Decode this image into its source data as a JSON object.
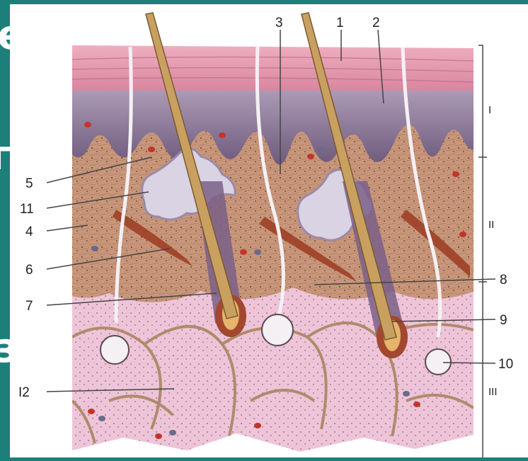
{
  "background": {
    "color": "#1d7f7a",
    "card_color": "#ffffff"
  },
  "slide_text": {
    "line1": "e",
    "line2": "г",
    "line3": "з"
  },
  "diagram": {
    "colors": {
      "epidermis": "#e49ab0",
      "stratum_basale": "#8f7a98",
      "dermis": "#c8967a",
      "hypodermis": "#eec4d8",
      "hair": "#c9a060",
      "gland": "#d9d3e3",
      "vessel": "#c3352b",
      "muscle": "#a2482f",
      "line": "#444444"
    },
    "left_labels": [
      {
        "id": "5",
        "text": "5"
      },
      {
        "id": "11",
        "text": "11"
      },
      {
        "id": "4",
        "text": "4"
      },
      {
        "id": "6",
        "text": "6"
      },
      {
        "id": "7",
        "text": "7"
      },
      {
        "id": "12",
        "text": "I2"
      }
    ],
    "right_labels": [
      {
        "id": "8",
        "text": "8"
      },
      {
        "id": "9",
        "text": "9"
      },
      {
        "id": "10",
        "text": "10"
      }
    ],
    "top_labels": [
      {
        "id": "3",
        "text": "3"
      },
      {
        "id": "1",
        "text": "1"
      },
      {
        "id": "2",
        "text": "2"
      }
    ],
    "layer_labels": [
      {
        "id": "I",
        "text": "I"
      },
      {
        "id": "II",
        "text": "II"
      },
      {
        "id": "III",
        "text": "III"
      }
    ]
  }
}
